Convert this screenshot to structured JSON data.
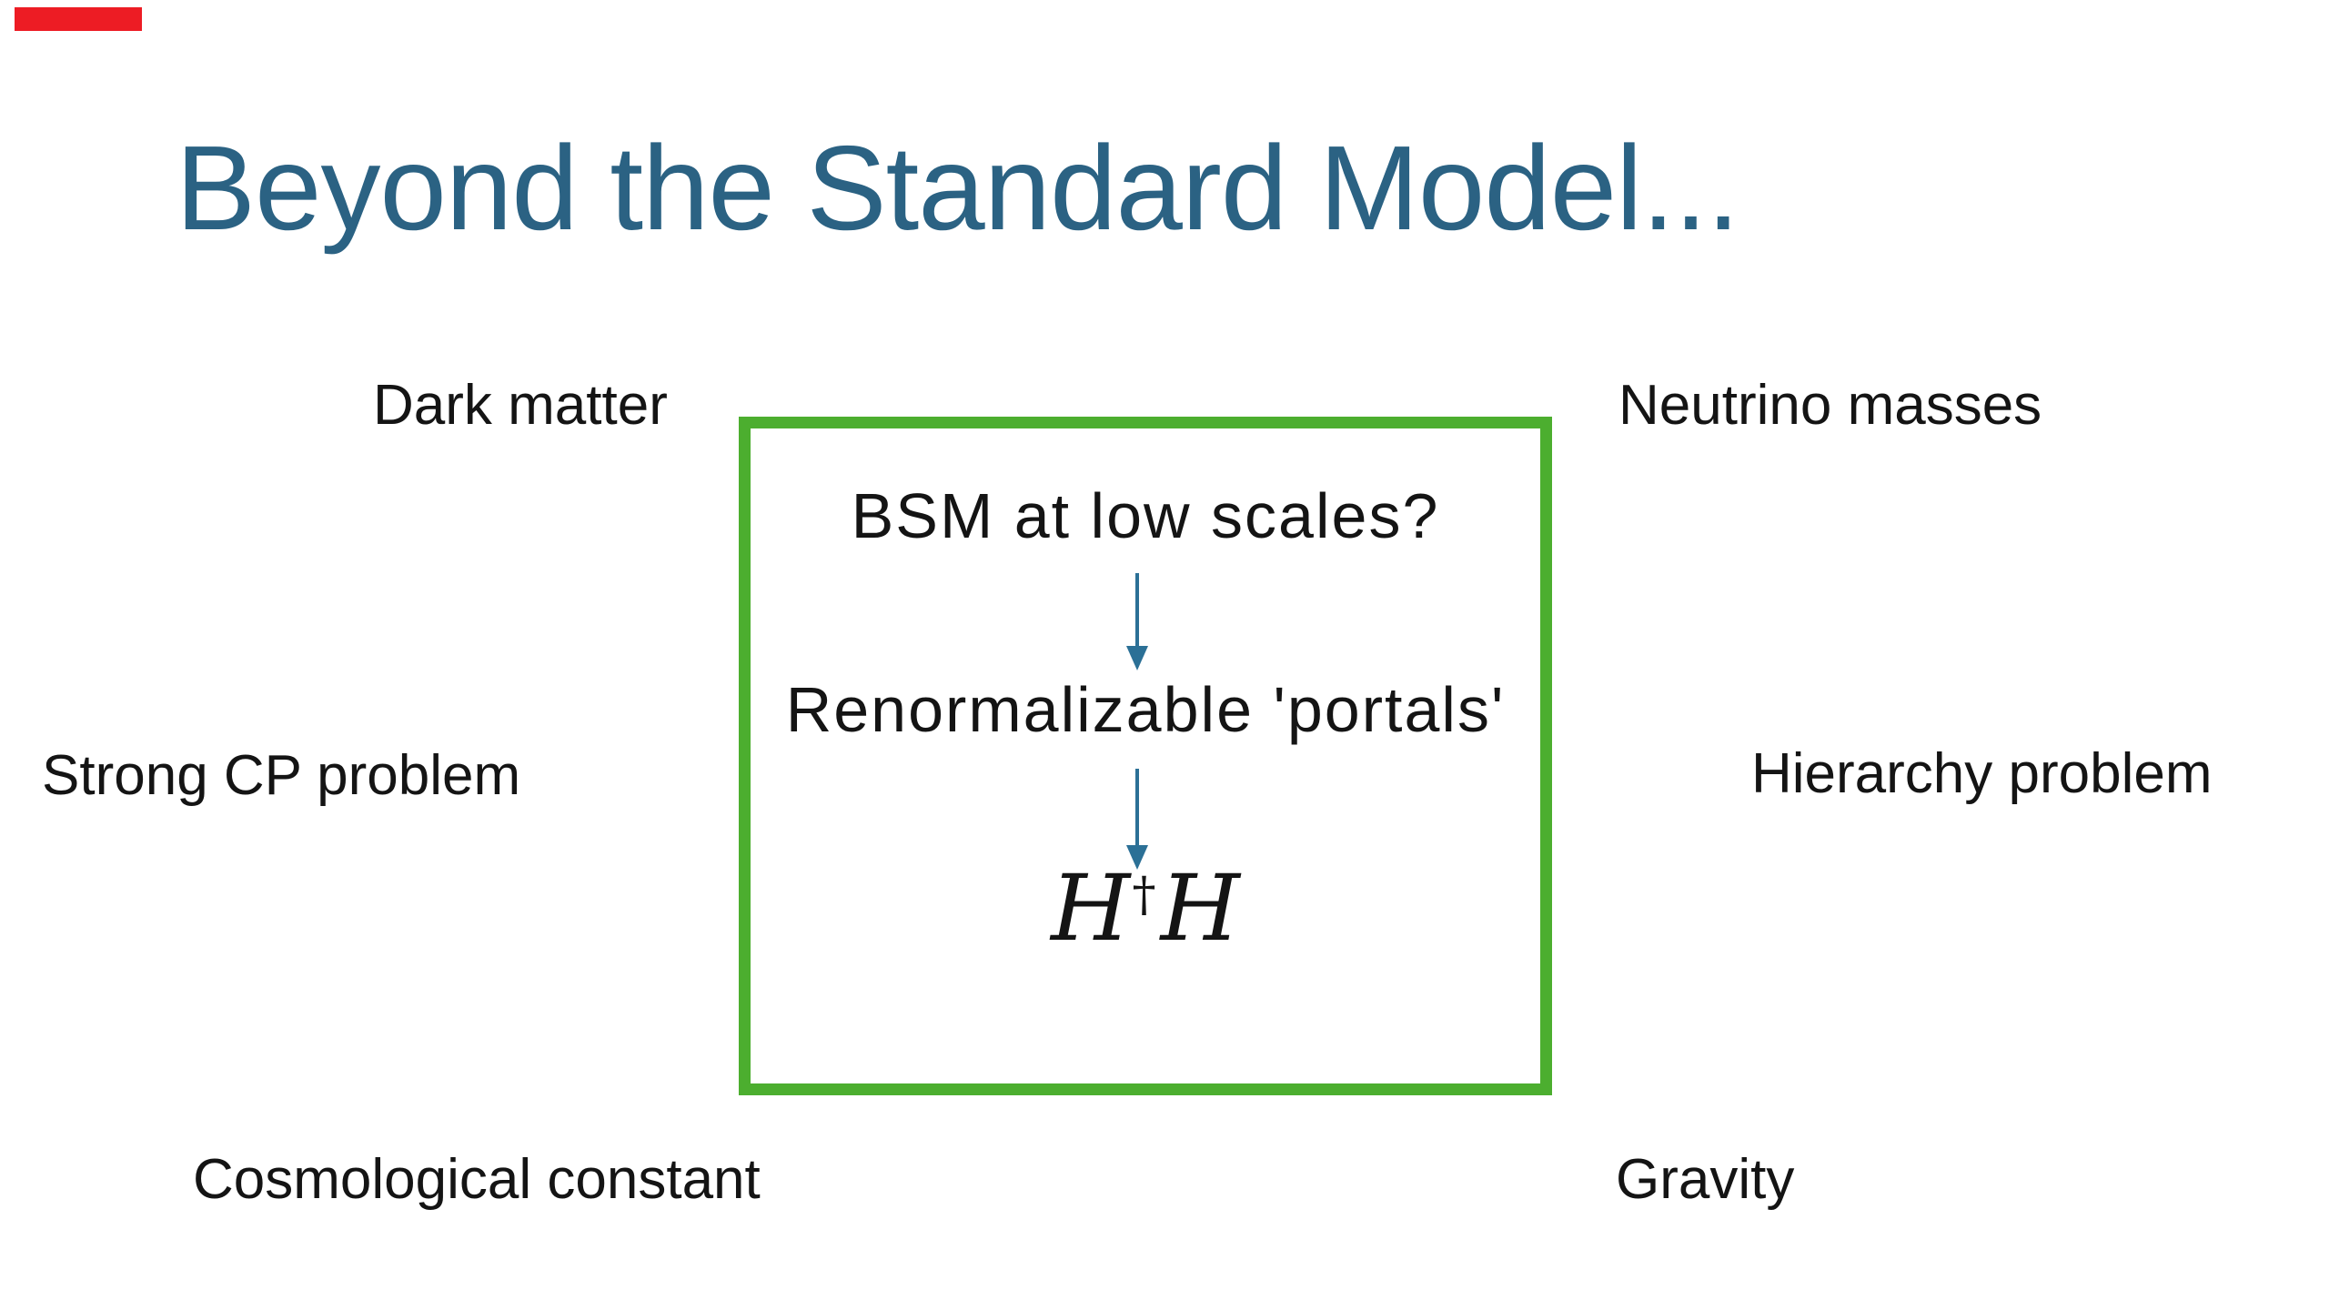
{
  "slide": {
    "title": "Beyond the Standard Model...",
    "labels": [
      {
        "id": "dark-matter",
        "text": "Dark matter"
      },
      {
        "id": "neutrino-masses",
        "text": "Neutrino masses"
      },
      {
        "id": "strong-cp-problem",
        "text": "Strong CP problem"
      },
      {
        "id": "hierarchy-problem",
        "text": "Hierarchy problem"
      },
      {
        "id": "cosmological-constant",
        "text": "Cosmological constant"
      },
      {
        "id": "gravity",
        "text": "Gravity"
      }
    ],
    "box": {
      "question": "BSM at low scales?",
      "answer": "Renormalizable 'portals'",
      "formula": {
        "h1": "H",
        "sup": "†",
        "h2": "H"
      }
    }
  },
  "colors": {
    "background": "#ffffff",
    "title": "#2b6283",
    "body_text": "#141414",
    "box_border": "#4cae2f",
    "arrow": "#2b7096",
    "red_marker": "#ed1c24"
  }
}
